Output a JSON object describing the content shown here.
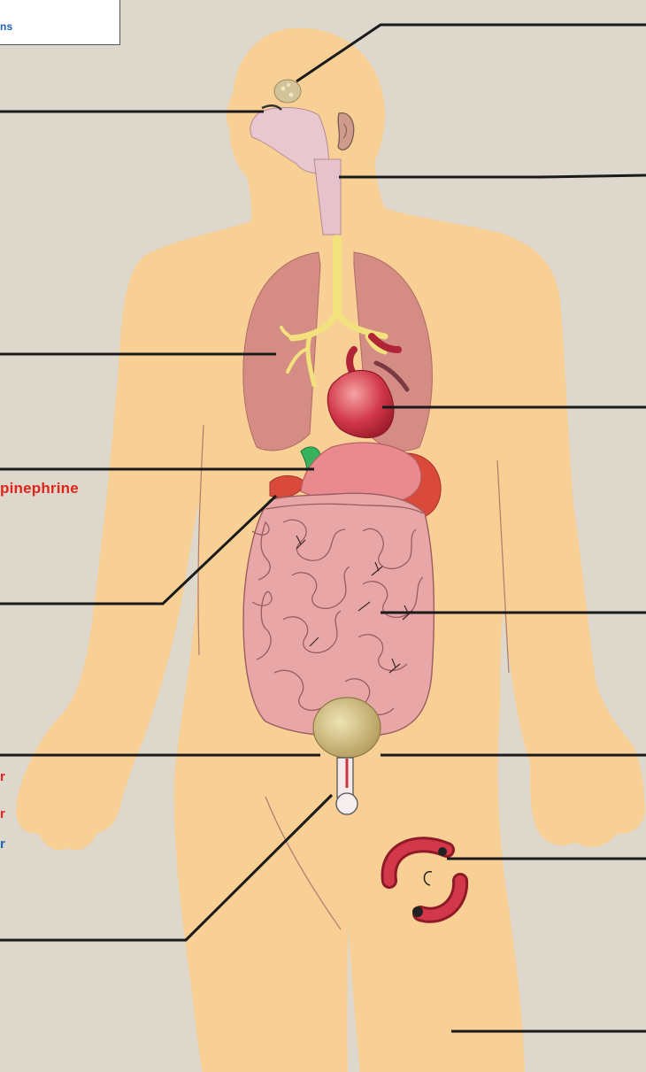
{
  "legend": {
    "text": "ns",
    "color": "#1f64b8"
  },
  "labels": {
    "epinephrine": {
      "text": "pinephrine",
      "color": "#e0241b"
    }
  },
  "fragments": [
    {
      "text": "r",
      "color": "#e0241b"
    },
    {
      "text": "r",
      "color": "#e0241b"
    },
    {
      "text": "r",
      "color": "#1f64b8"
    }
  ],
  "colors": {
    "background": "#ddd7cc",
    "body_outline": "#f8cf95",
    "skin": "#d49580",
    "skin_light": "#e6b2a0",
    "lungs": "#d58c84",
    "trachea": "#f2e27e",
    "heart": "#d2384a",
    "stomach": "#e98a8f",
    "intestine": "#e8a6a6",
    "bladder": "#d9c78a",
    "adrenal": "#36b35a",
    "vessel": "#c8363e",
    "leader_line": "#1a1a1a"
  },
  "icons": [
    "pituitary-icon",
    "nasal-cavity-icon",
    "ear-icon",
    "esophagus-icon",
    "lungs-icon",
    "trachea-icon",
    "heart-icon",
    "adrenal-gland-icon",
    "liver-icon",
    "stomach-icon",
    "intestine-icon",
    "bladder-icon",
    "urethra-icon",
    "blood-vessel-icon"
  ]
}
